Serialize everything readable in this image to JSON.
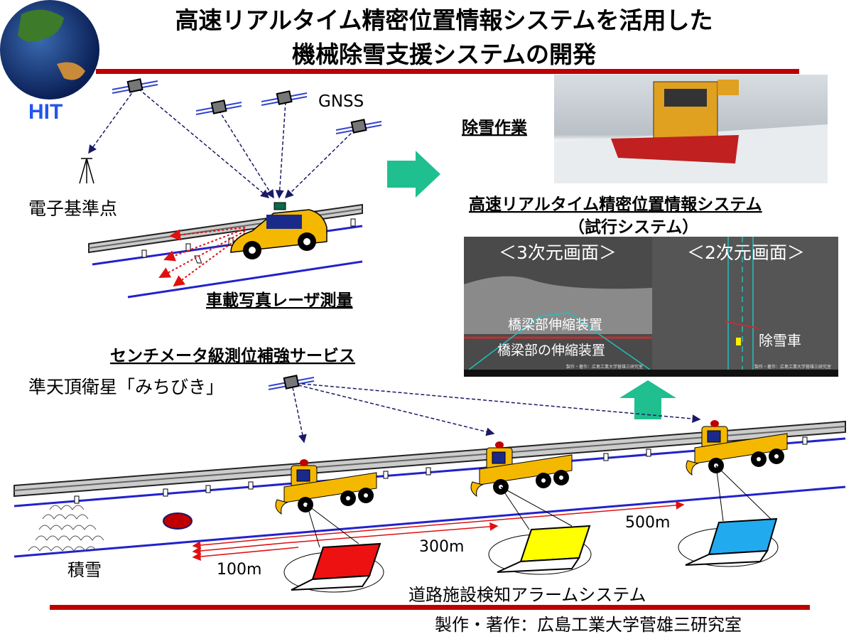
{
  "title": {
    "line1": "高速リアルタイム精密位置情報システムを活用した",
    "line2": "機械除雪支援システムの開発"
  },
  "logo": {
    "text": "HIT"
  },
  "labels": {
    "gnss": "GNSS",
    "reference_station": "電子基準点",
    "mobile_mapping": "車載写真レーザ測量",
    "snow_removal_work": "除雪作業",
    "system_title": "高速リアルタイム精密位置情報システム",
    "system_subtitle": "（試行システム）",
    "augmentation_service": "センチメータ級測位補強サービス",
    "qzss": "準天頂衛星「みちびき」",
    "snow_pile": "積雪",
    "alarm_system": "道路施設検知アラームシステム",
    "credit": "製作・著作：広島工業大学菅雄三研究室"
  },
  "distances": [
    "100m",
    "300m",
    "500m"
  ],
  "screen": {
    "left_title": "＜3次元画面＞",
    "right_title": "＜2次元画面＞",
    "left_label_1": "橋梁部伸縮装置",
    "left_label_2": "橋梁部の伸縮装置",
    "right_label": "除雪車",
    "credit": "製作・著作：広島工業大学菅雄三研究室"
  },
  "colors": {
    "title_rule": "#c00000",
    "arrow": "#1fbf8f",
    "road_line": "#2222cc",
    "truck": "#f5b800",
    "laptop_screens": [
      "#ee1111",
      "#ffff00",
      "#22aaee"
    ]
  }
}
